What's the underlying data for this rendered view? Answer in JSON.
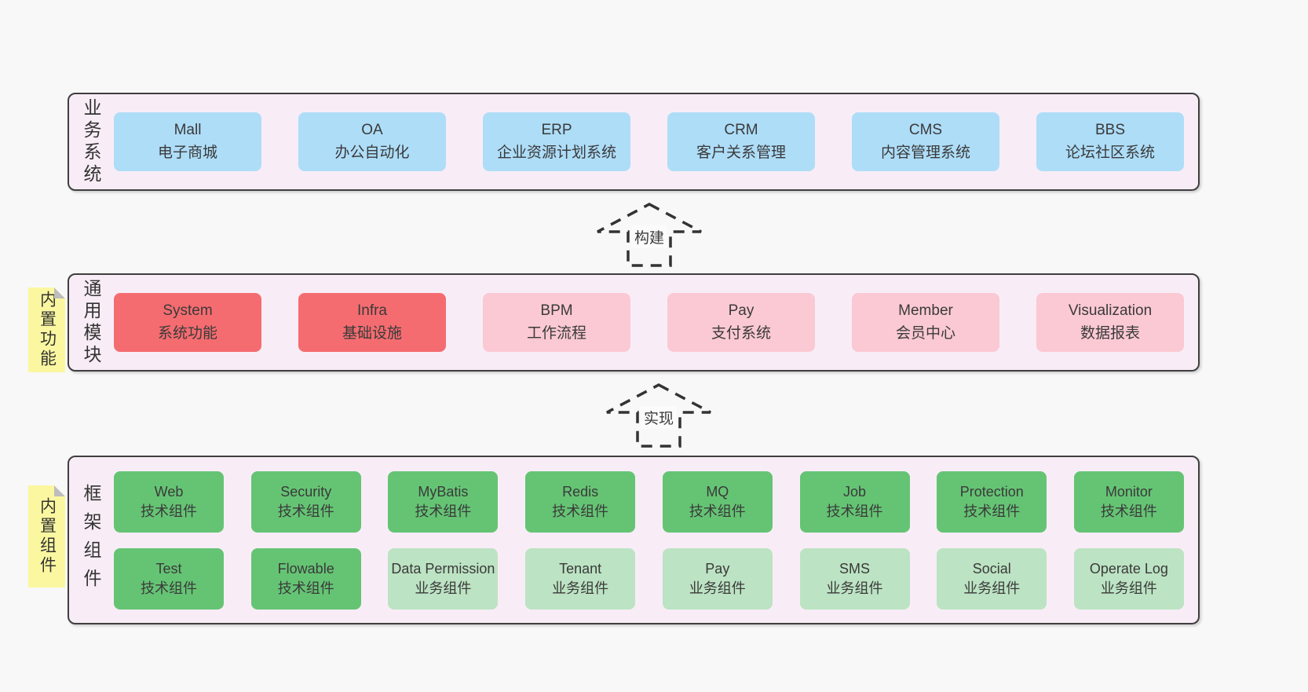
{
  "colors": {
    "blue": "#aeddf8",
    "red": "#f56c70",
    "pink": "#fbc9d3",
    "green": "#65c474",
    "lightgreen": "#bce3c3",
    "sticky_yellow": "#fbf7a0",
    "band_background": "#f8edf6",
    "band_border": "#3f3f3f",
    "text": "#3a3a3a"
  },
  "bands": [
    {
      "id": "business-systems",
      "label": "业务系统",
      "sticky": null,
      "rows": [
        [
          {
            "title": "Mall",
            "subtitle": "电子商城",
            "variant": "blue"
          },
          {
            "title": "OA",
            "subtitle": "办公自动化",
            "variant": "blue"
          },
          {
            "title": "ERP",
            "subtitle": "企业资源计划系统",
            "variant": "blue"
          },
          {
            "title": "CRM",
            "subtitle": "客户关系管理",
            "variant": "blue"
          },
          {
            "title": "CMS",
            "subtitle": "内容管理系统",
            "variant": "blue"
          },
          {
            "title": "BBS",
            "subtitle": "论坛社区系统",
            "variant": "blue"
          }
        ]
      ]
    },
    {
      "id": "common-modules",
      "label": "通用模块",
      "sticky": "内置功能",
      "rows": [
        [
          {
            "title": "System",
            "subtitle": "系统功能",
            "variant": "red"
          },
          {
            "title": "Infra",
            "subtitle": "基础设施",
            "variant": "red"
          },
          {
            "title": "BPM",
            "subtitle": "工作流程",
            "variant": "pink"
          },
          {
            "title": "Pay",
            "subtitle": "支付系统",
            "variant": "pink"
          },
          {
            "title": "Member",
            "subtitle": "会员中心",
            "variant": "pink"
          },
          {
            "title": "Visualization",
            "subtitle": "数据报表",
            "variant": "pink"
          }
        ]
      ]
    },
    {
      "id": "framework-components",
      "label": "框架组件",
      "sticky": "内置组件",
      "rows": [
        [
          {
            "title": "Web",
            "subtitle": "技术组件",
            "variant": "green"
          },
          {
            "title": "Security",
            "subtitle": "技术组件",
            "variant": "green"
          },
          {
            "title": "MyBatis",
            "subtitle": "技术组件",
            "variant": "green"
          },
          {
            "title": "Redis",
            "subtitle": "技术组件",
            "variant": "green"
          },
          {
            "title": "MQ",
            "subtitle": "技术组件",
            "variant": "green"
          },
          {
            "title": "Job",
            "subtitle": "技术组件",
            "variant": "green"
          },
          {
            "title": "Protection",
            "subtitle": "技术组件",
            "variant": "green"
          },
          {
            "title": "Monitor",
            "subtitle": "技术组件",
            "variant": "green"
          }
        ],
        [
          {
            "title": "Test",
            "subtitle": "技术组件",
            "variant": "green"
          },
          {
            "title": "Flowable",
            "subtitle": "技术组件",
            "variant": "green"
          },
          {
            "title": "Data Permission",
            "subtitle": "业务组件",
            "variant": "lightgreen"
          },
          {
            "title": "Tenant",
            "subtitle": "业务组件",
            "variant": "lightgreen"
          },
          {
            "title": "Pay",
            "subtitle": "业务组件",
            "variant": "lightgreen"
          },
          {
            "title": "SMS",
            "subtitle": "业务组件",
            "variant": "lightgreen"
          },
          {
            "title": "Social",
            "subtitle": "业务组件",
            "variant": "lightgreen"
          },
          {
            "title": "Operate Log",
            "subtitle": "业务组件",
            "variant": "lightgreen"
          }
        ]
      ]
    }
  ],
  "arrows": [
    {
      "label": "构建"
    },
    {
      "label": "实现"
    }
  ]
}
